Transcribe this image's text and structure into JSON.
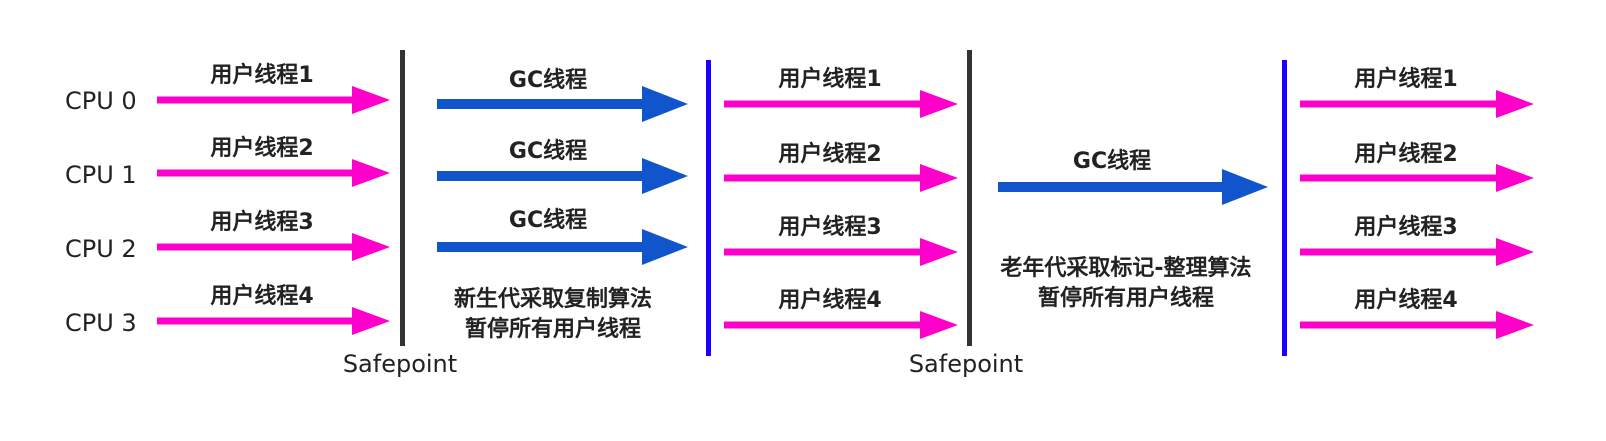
{
  "colors": {
    "user_thread": "#ff00cc",
    "gc_thread": "#1155cc",
    "safepoint_line": "#333333",
    "phase_boundary": "#1a00ff"
  },
  "cpus": [
    {
      "label": "CPU 0"
    },
    {
      "label": "CPU 1"
    },
    {
      "label": "CPU 2"
    },
    {
      "label": "CPU 3"
    }
  ],
  "phase1": {
    "threads": [
      "用户线程1",
      "用户线程2",
      "用户线程3",
      "用户线程4"
    ]
  },
  "phase2": {
    "gc_threads": [
      "GC线程",
      "GC线程",
      "GC线程"
    ],
    "note_line1": "新生代采取复制算法",
    "note_line2": "暂停所有用户线程"
  },
  "phase3": {
    "threads": [
      "用户线程1",
      "用户线程2",
      "用户线程3",
      "用户线程4"
    ]
  },
  "phase4": {
    "gc_thread": "GC线程",
    "note_line1": "老年代采取标记-整理算法",
    "note_line2": "暂停所有用户线程"
  },
  "phase5": {
    "threads": [
      "用户线程1",
      "用户线程2",
      "用户线程3",
      "用户线程4"
    ]
  },
  "safepoints": [
    {
      "label": "Safepoint"
    },
    {
      "label": "Safepoint"
    }
  ]
}
